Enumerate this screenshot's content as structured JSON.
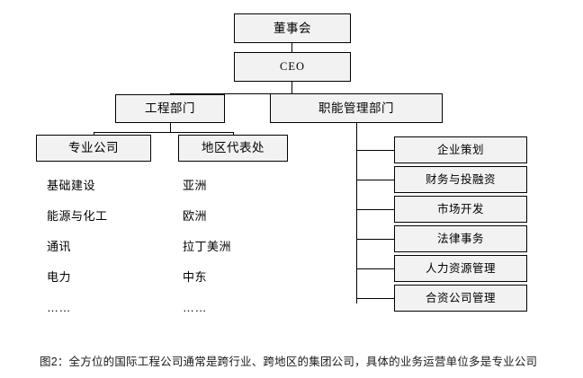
{
  "figure": {
    "type": "org-chart",
    "caption": "图2：全方位的国际工程公司通常是跨行业、跨地区的集团公司，具体的业务运营单位多是专业公司"
  },
  "nodes": {
    "board": {
      "label": "董事会"
    },
    "ceo": {
      "label": "CEO"
    },
    "engineering_dept": {
      "label": "工程部门"
    },
    "functional_dept": {
      "label": "职能管理部门"
    },
    "specialized_company": {
      "label": "专业公司"
    },
    "regional_office": {
      "label": "地区代表处"
    }
  },
  "functional_units": [
    {
      "label": "企业策划"
    },
    {
      "label": "财务与投融资"
    },
    {
      "label": "市场开发"
    },
    {
      "label": "法律事务"
    },
    {
      "label": "人力资源管理"
    },
    {
      "label": "合资公司管理"
    }
  ],
  "specialized_company_items": [
    {
      "label": "基础建设"
    },
    {
      "label": "能源与化工"
    },
    {
      "label": "通讯"
    },
    {
      "label": "电力"
    },
    {
      "label": "……"
    }
  ],
  "regional_office_items": [
    {
      "label": "亚洲"
    },
    {
      "label": "欧洲"
    },
    {
      "label": "拉丁美洲"
    },
    {
      "label": "中东"
    },
    {
      "label": "……"
    }
  ],
  "colors": {
    "box_fill": "#f2f2f2",
    "box_border": "#000000",
    "line": "#000000",
    "text": "#000000",
    "background": "#ffffff"
  }
}
